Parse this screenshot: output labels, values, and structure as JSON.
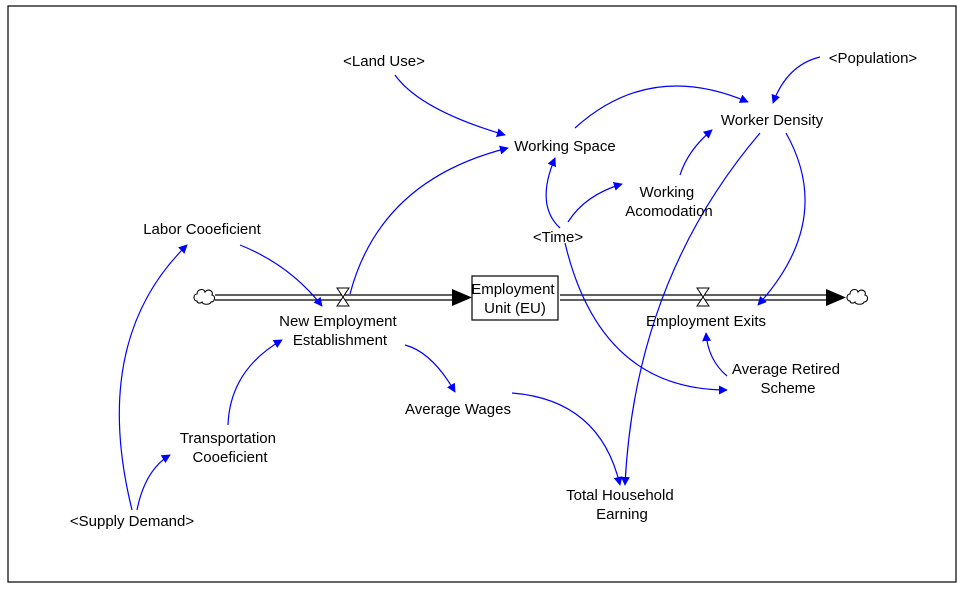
{
  "colors": {
    "link": "#0000ff",
    "flow": "#000000",
    "background": "#ffffff"
  },
  "nodes": {
    "land_use": "<Land Use>",
    "population": "<Population>",
    "worker_density": "Worker Density",
    "working_space": "Working Space",
    "working_acomodation": [
      "Working",
      "Acomodation"
    ],
    "time": "<Time>",
    "labor_cooeficient": "Labor Cooeficient",
    "employment_unit": [
      "Employment",
      "Unit (EU)"
    ],
    "new_employment_establishment": [
      "New Employment",
      "Establishment"
    ],
    "employment_exits": "Employment Exits",
    "average_retired_scheme": [
      "Average Retired",
      "Scheme"
    ],
    "average_wages": "Average Wages",
    "transportation_cooeficient": [
      "Transportation",
      "Cooeficient"
    ],
    "total_household_earning": [
      "Total Household",
      "Earning"
    ],
    "supply_demand": "<Supply Demand>"
  },
  "icons": {
    "source": "cloud-icon",
    "sink": "cloud-icon",
    "inflow_valve": "valve-icon",
    "outflow_valve": "valve-icon"
  }
}
